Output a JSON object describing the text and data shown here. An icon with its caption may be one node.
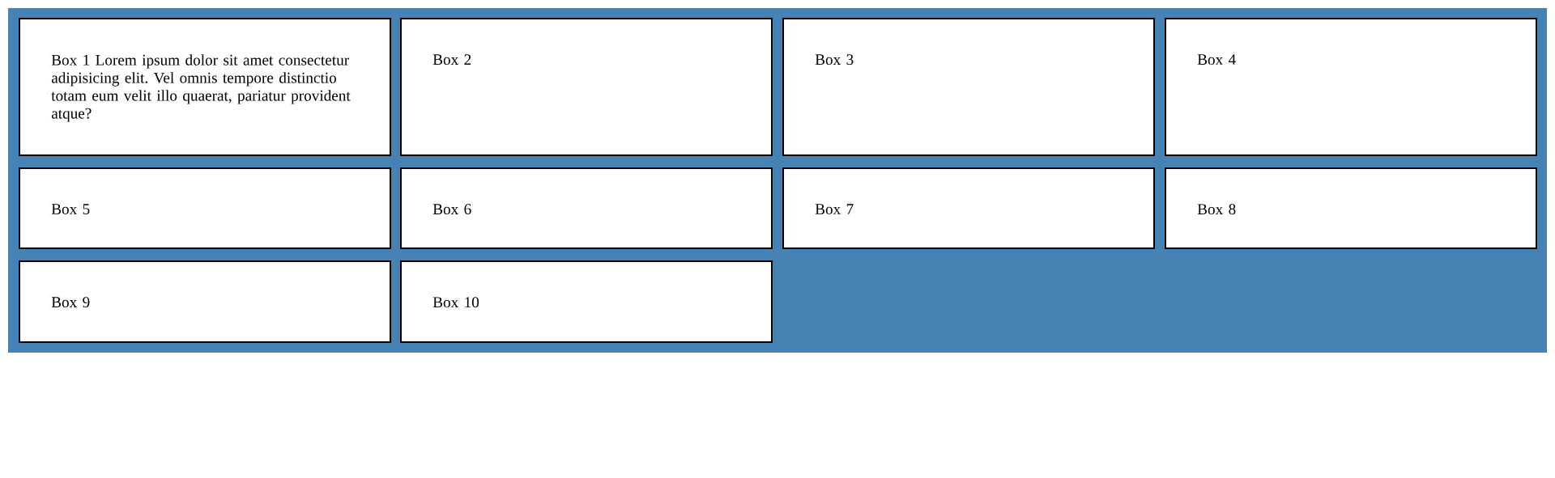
{
  "diagram": {
    "nodes": [
      {
        "text": [],
        "shape": "box"
      },
      {
        "text": [
          "Box 1 Lorem ipsum dolor sit amet consectetur adipisicing elit. Vel omnis tempore distinctio totam eum velit illo quaerat, pariatur provident atque?"
        ],
        "in": 0
      },
      {
        "text": [
          "Box 2"
        ],
        "in": 0
      },
      {
        "text": [
          "Box 3"
        ],
        "in": 0
      },
      {
        "text": [
          "Box 4"
        ],
        "in": 0
      },
      {
        "text": [
          "Box 5"
        ],
        "in": 0
      },
      {
        "text": [
          "Box 6"
        ],
        "in": 0
      },
      {
        "text": [
          "Box 7"
        ],
        "in": 0
      },
      {
        "text": [
          "Box 8"
        ],
        "in": 0
      },
      {
        "text": [
          "Box 9"
        ],
        "in": 0
      },
      {
        "text": [
          "Box 10"
        ],
        "in": 0
      }
    ]
  }
}
